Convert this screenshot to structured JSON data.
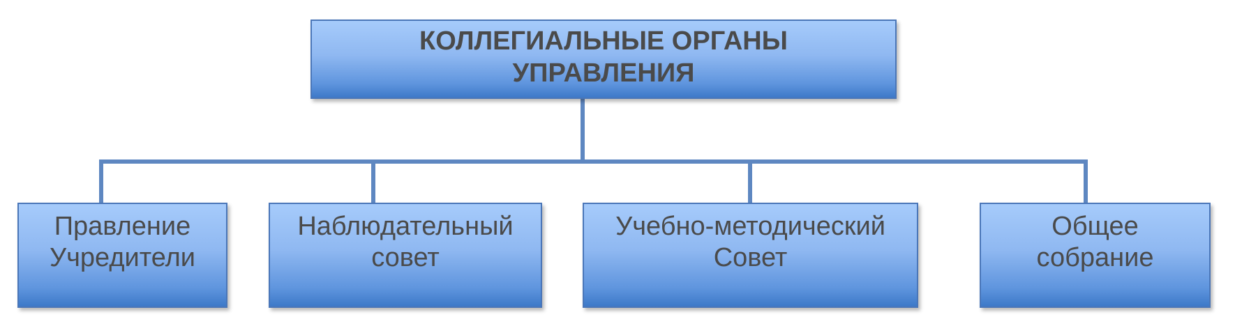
{
  "diagram": {
    "root": {
      "lines": [
        "КОЛЛЕГИАЛЬНЫЕ ОРГАНЫ",
        "УПРАВЛЕНИЯ"
      ]
    },
    "children": [
      {
        "lines": [
          "Правление",
          "Учредители"
        ]
      },
      {
        "lines": [
          "Наблюдательный",
          "совет"
        ]
      },
      {
        "lines": [
          "Учебно-методический",
          "Совет"
        ]
      },
      {
        "lines": [
          "Общее",
          "собрание"
        ]
      }
    ]
  },
  "colors": {
    "box_top": "#a6cbfb",
    "box_bottom": "#3d79c8",
    "border": "#4a76b8",
    "connector": "#5e87c1",
    "text": "#4a4a4a"
  }
}
